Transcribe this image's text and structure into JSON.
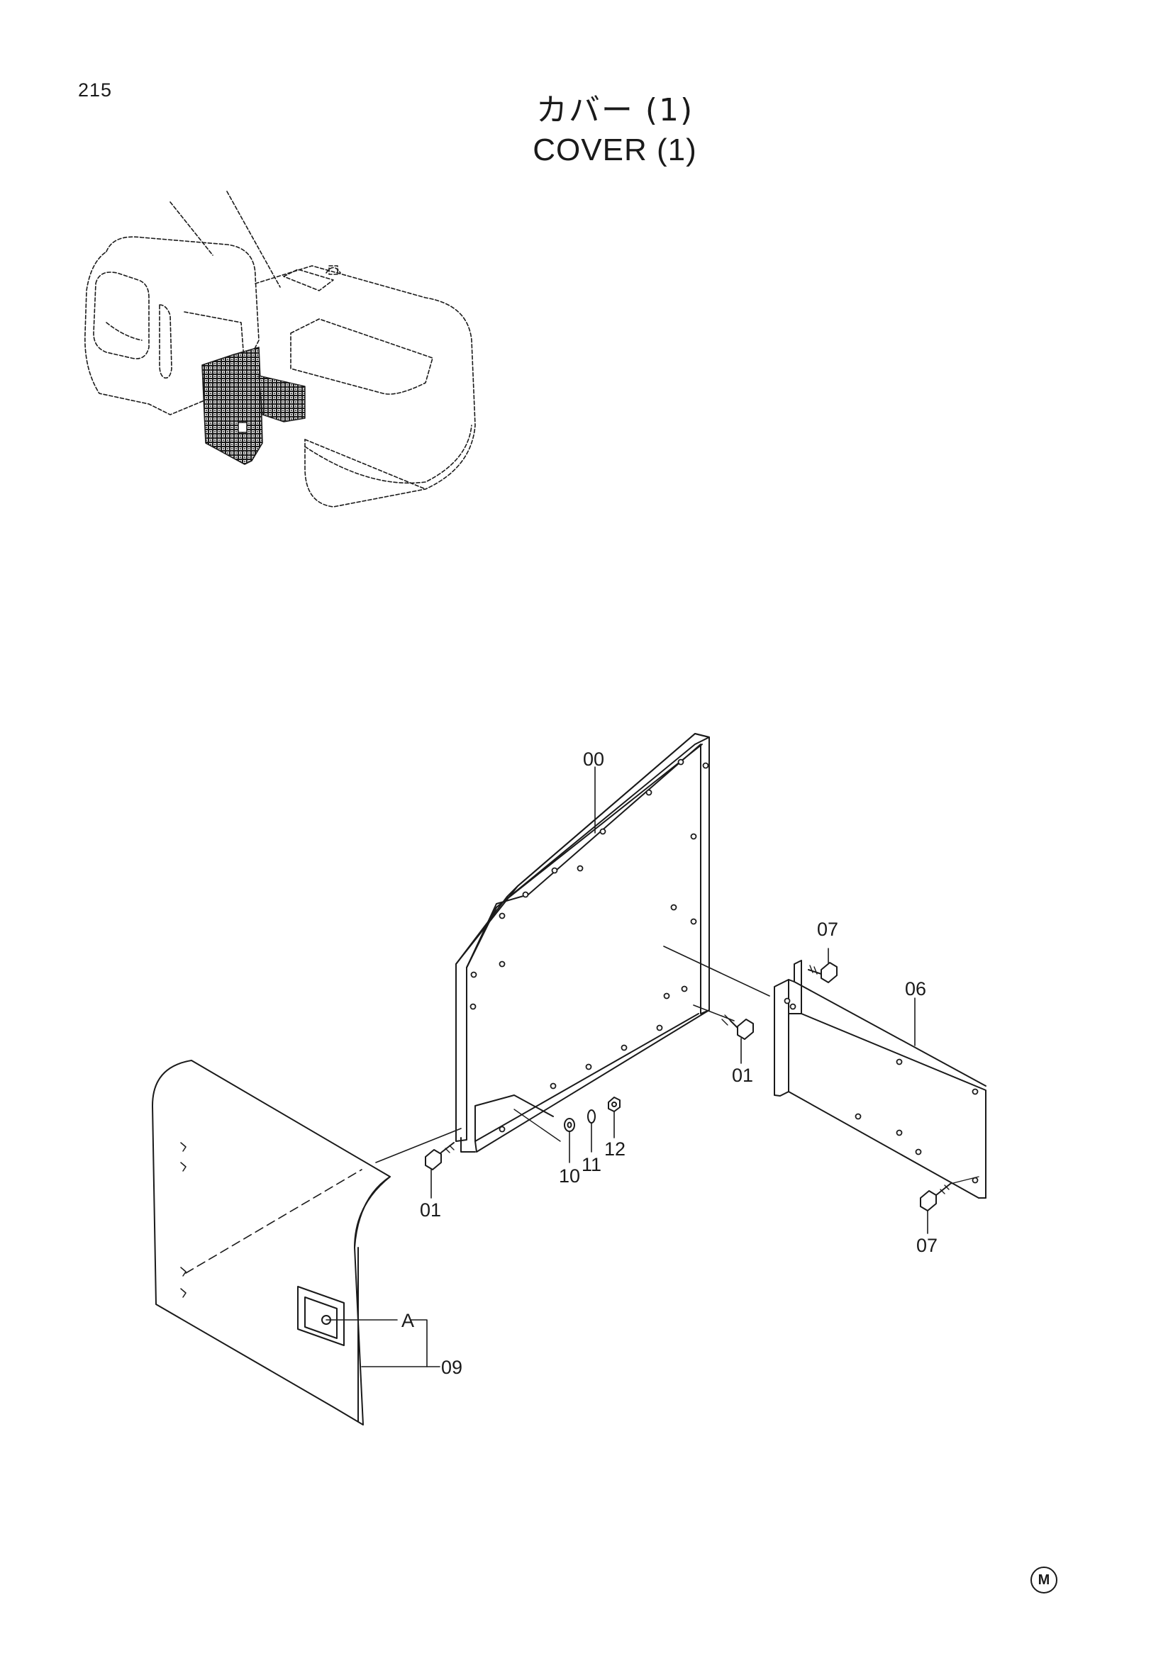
{
  "page_number": "215",
  "title": {
    "japanese": "カバー (1)",
    "english": "COVER (1)"
  },
  "callouts": {
    "frame": "00",
    "bolt_frame_right": "01",
    "bolt_frame_left": "01",
    "plate": "06",
    "bolt_plate_top": "07",
    "bolt_plate_bottom": "07",
    "washer": "10",
    "lock_washer": "11",
    "nut": "12",
    "door": "09",
    "lock_ref": "A"
  },
  "footer_mark": "M"
}
